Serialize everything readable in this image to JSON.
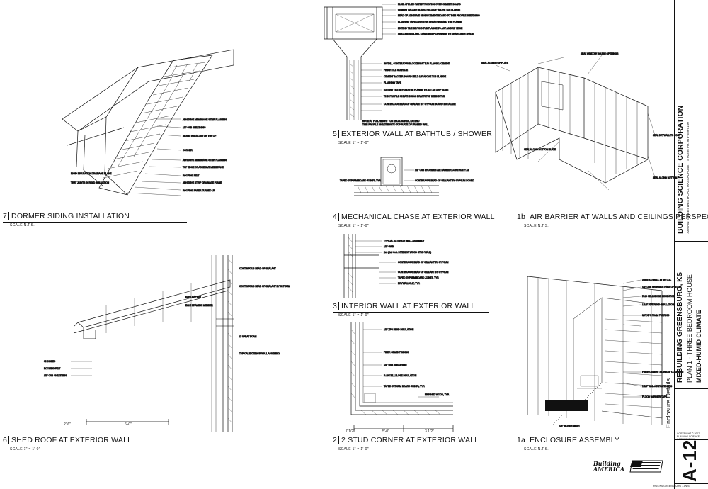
{
  "details": [
    {
      "num": "7",
      "title": "DORMER SIDING INSTALLATION",
      "scale": "SCALE N.T.S."
    },
    {
      "num": "5",
      "title": "EXTERIOR WALL AT BATHTUB / SHOWER",
      "scale": "SCALE 1\" = 1'-0\""
    },
    {
      "num": "4",
      "title": "MECHANICAL CHASE AT EXTERIOR WALL",
      "scale": "SCALE 1\" = 1'-0\""
    },
    {
      "num": "1b",
      "title": "AIR BARRIER AT WALLS AND CEILINGS PERSPECTIVE",
      "scale": "SCALE N.T.S."
    },
    {
      "num": "3",
      "title": "INTERIOR WALL AT EXTERIOR WALL",
      "scale": "SCALE 1\" = 1'-0\""
    },
    {
      "num": "6",
      "title": "SHED ROOF AT EXTERIOR WALL",
      "scale": "SCALE 1\" = 1'-0\""
    },
    {
      "num": "2",
      "title": "2 STUD CORNER AT EXTERIOR WALL",
      "scale": "SCALE 1\" = 1'-0\""
    },
    {
      "num": "1a",
      "title": "ENCLOSURE ASSEMBLY",
      "scale": "SCALE N.T.S."
    }
  ],
  "title_block": {
    "company": "BUILDING SCIENCE CORPORATION",
    "company_address": "70 MAIN STREET   WESTFORD, MASSACHUSETTS 01886   PH: 978-589-5100",
    "project": "REBUILDING GREENSBURG, KS",
    "plan": "PLAN 1 - THREE BEDROOM HOUSE",
    "climate": "MIXED-HUMID CLIMATE",
    "sheet_title": "Enclosure Details",
    "copyright": "COPYRIGHT © 2007 BUILDING SCIENCE CORPORATION",
    "sheet_number": "A-12",
    "footer": "RGS KS GREENSBURG 1.DWG"
  },
  "logo_text": "Building AMERICA",
  "dims": {
    "shed_1": "2'-6\"",
    "shed_2": "6'-0\"",
    "corner_1": "7 1/2\"",
    "corner_2": "5'-0\"",
    "corner_3": "3 1/2\""
  }
}
